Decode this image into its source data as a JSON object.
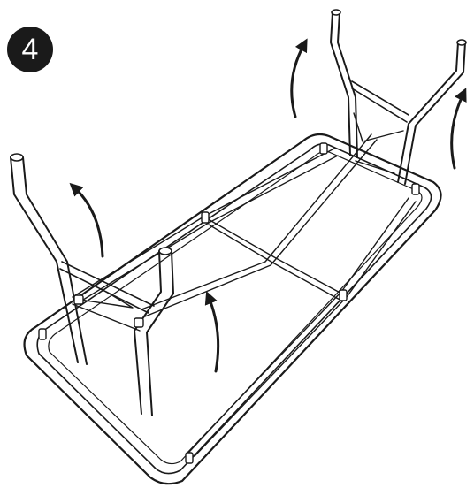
{
  "step": {
    "number": "4"
  },
  "colors": {
    "ink": "#1a1a1a",
    "background": "#ffffff"
  },
  "illustration": {
    "subject": "folding-table-underside",
    "arrows": [
      {
        "name": "arrow-rear-left-leg",
        "direction": "up"
      },
      {
        "name": "arrow-rear-right-leg",
        "direction": "up"
      },
      {
        "name": "arrow-front-left-leg",
        "direction": "up"
      },
      {
        "name": "arrow-front-right-leg",
        "direction": "up"
      }
    ]
  }
}
